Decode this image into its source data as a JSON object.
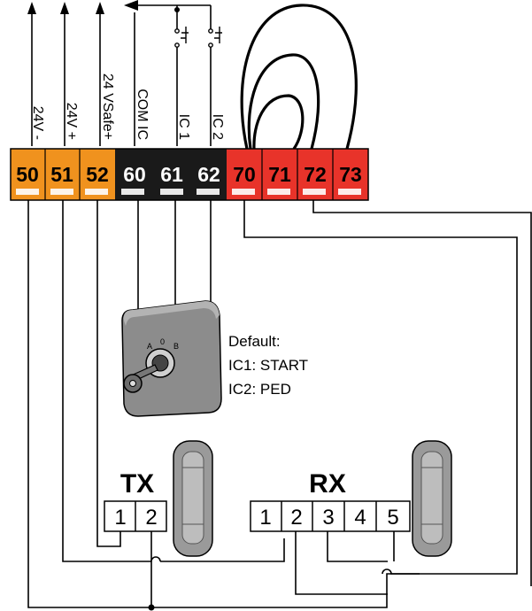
{
  "terminals": [
    {
      "num": "50",
      "label": "24V -",
      "color": "#f0921e"
    },
    {
      "num": "51",
      "label": "24V +",
      "color": "#f0921e"
    },
    {
      "num": "52",
      "label": "24 VSafe+",
      "color": "#f0921e"
    },
    {
      "num": "60",
      "label": "COM IC",
      "color": "#1a1a1a"
    },
    {
      "num": "61",
      "label": "IC 1",
      "color": "#1a1a1a"
    },
    {
      "num": "62",
      "label": "IC 2",
      "color": "#1a1a1a"
    },
    {
      "num": "70",
      "label": "",
      "color": "#e8332a"
    },
    {
      "num": "71",
      "label": "",
      "color": "#e8332a"
    },
    {
      "num": "72",
      "label": "",
      "color": "#e8332a"
    },
    {
      "num": "73",
      "label": "",
      "color": "#e8332a"
    }
  ],
  "tx": {
    "title": "TX",
    "terminals": [
      "1",
      "2"
    ]
  },
  "rx": {
    "title": "RX",
    "terminals": [
      "1",
      "2",
      "3",
      "4",
      "5"
    ]
  },
  "note": {
    "line1": "Default:",
    "line2": "IC1: START",
    "line3": "IC2: PED"
  },
  "colors": {
    "orange": "#f0921e",
    "black": "#1a1a1a",
    "red": "#e8332a",
    "wire": "#000000"
  }
}
